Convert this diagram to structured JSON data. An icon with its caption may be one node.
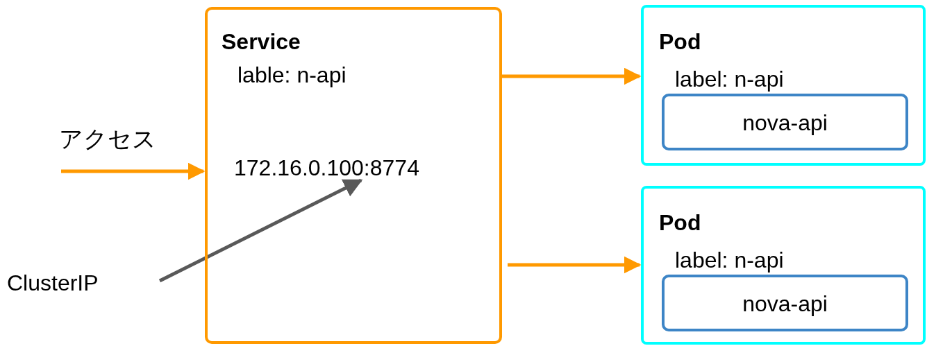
{
  "diagram": {
    "nodes": [
      {
        "text": [
          "Service",
          "lable: n-api"
        ]
      },
      {
        "text": [
          "172.16.0.100:8774"
        ],
        "in": 0
      },
      {
        "text": [
          "Pod",
          "label: n-api"
        ]
      },
      {
        "text": [
          "nova-api"
        ],
        "in": 2
      },
      {
        "text": [
          "Pod",
          "label: n-api"
        ]
      },
      {
        "text": [
          "nova-api"
        ],
        "in": 4
      },
      {
        "text": [
          "ClusterIP"
        ]
      }
    ],
    "edges": [
      {
        "from": null,
        "to": 0,
        "arrow": "to",
        "label": "アクセス"
      },
      {
        "from": 0,
        "to": 2,
        "arrow": "to"
      },
      {
        "from": 0,
        "to": 4,
        "arrow": "to"
      },
      {
        "from": 6,
        "to": 1,
        "arrow": "to",
        "color": "#595959"
      }
    ]
  }
}
